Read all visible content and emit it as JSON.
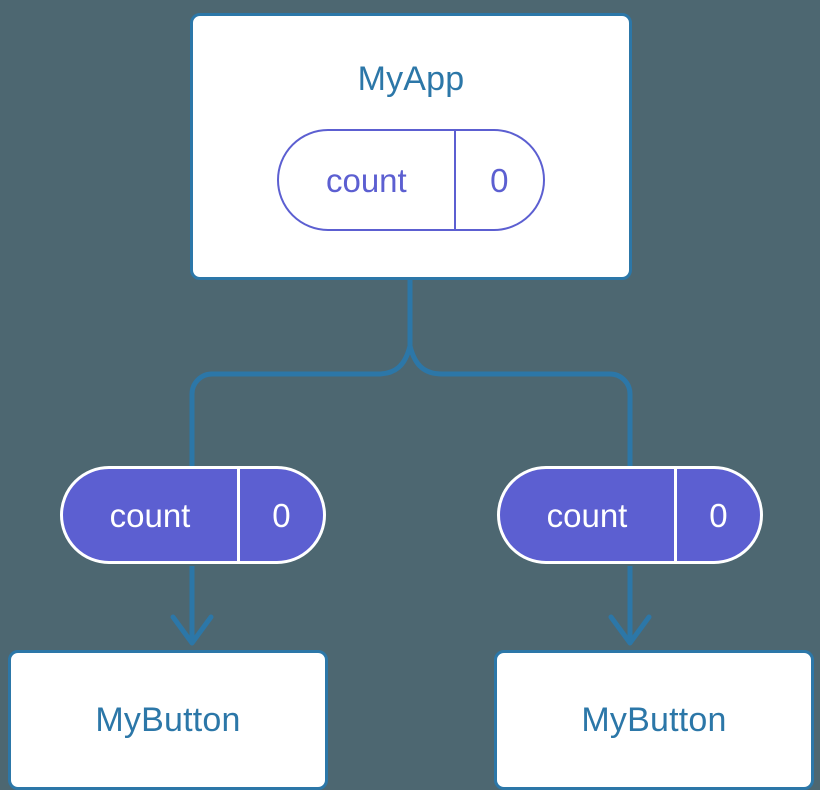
{
  "diagram": {
    "title": "MyApp",
    "background_color": "#4d6771",
    "accent_blue": "#2c77a8",
    "accent_purple": "#5c5fd1",
    "text_on_purple": "#ffffff",
    "card_background": "#ffffff"
  },
  "parent": {
    "name": "MyApp",
    "state": {
      "key": "count",
      "value": "0"
    }
  },
  "props": [
    {
      "key": "count",
      "value": "0"
    },
    {
      "key": "count",
      "value": "0"
    }
  ],
  "children": [
    {
      "name": "MyButton"
    },
    {
      "name": "MyButton"
    }
  ],
  "connectors": {
    "trunk_label": "state-flow-down",
    "branch_left_label": "prop-branch-left",
    "branch_right_label": "prop-branch-right",
    "arrow_left_label": "prop-arrow-left",
    "arrow_right_label": "prop-arrow-right"
  }
}
